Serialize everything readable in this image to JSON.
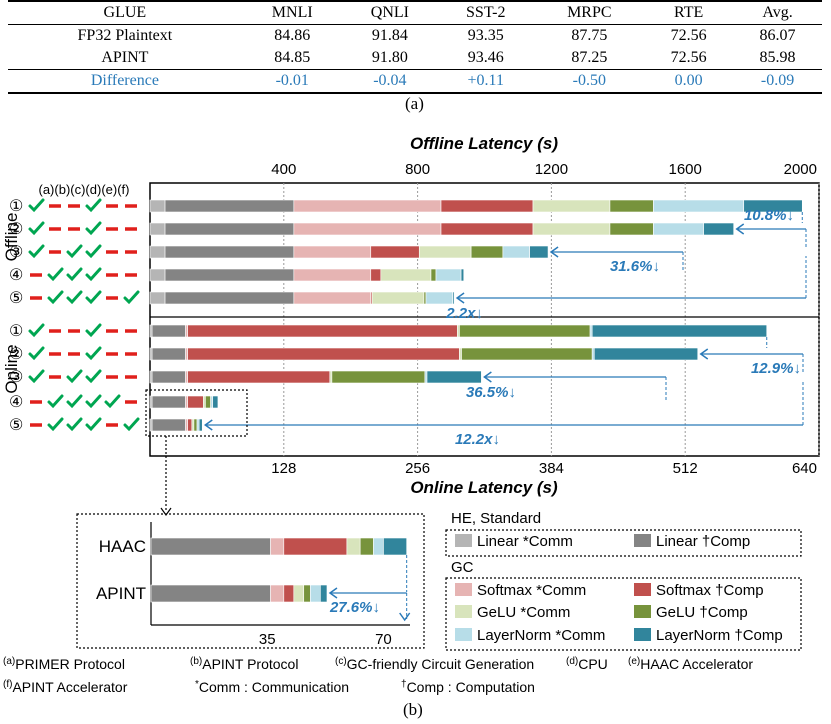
{
  "table": {
    "headers": [
      "GLUE",
      "MNLI",
      "QNLI",
      "SST-2",
      "MRPC",
      "RTE",
      "Avg."
    ],
    "rows": [
      [
        "FP32 Plaintext",
        "84.86",
        "91.84",
        "93.35",
        "87.75",
        "72.56",
        "86.07"
      ],
      [
        "APINT",
        "84.85",
        "91.80",
        "93.46",
        "87.25",
        "72.56",
        "85.98"
      ],
      [
        "Difference",
        "-0.01",
        "-0.04",
        "+0.11",
        "-0.50",
        "0.00",
        "-0.09"
      ]
    ],
    "caption": "(a)"
  },
  "caption_b": "(b)",
  "colors": {
    "linear_comm": "#b5b5b5",
    "linear_comp": "#848484",
    "softmax_comm": "#e6b4b3",
    "softmax_comp": "#c0504d",
    "gelu_comm": "#d8e4bc",
    "gelu_comp": "#77933c",
    "layernorm_comm": "#b7dde8",
    "layernorm_comp": "#31859c",
    "annotation": "#2a7ab8",
    "check": "#00a651",
    "dash": "#e0201c"
  },
  "chart_data": [
    {
      "type": "bar",
      "name": "offline",
      "xlabel": "Offline Latency (s)",
      "xlim": [
        0,
        2000
      ],
      "ticks": [
        400,
        800,
        1200,
        1600,
        2000
      ],
      "group_label": "Offline",
      "segment_order": [
        "Linear *Comm",
        "Linear †Comp",
        "Softmax *Comm",
        "Softmax †Comp",
        "GeLU *Comm",
        "GeLU †Comp",
        "LayerNorm *Comm",
        "LayerNorm †Comp"
      ],
      "rows": [
        {
          "label": "①",
          "config": [
            "check",
            "dash",
            "dash",
            "check",
            "dash",
            "dash"
          ],
          "values": [
            45,
            385,
            440,
            275,
            230,
            130,
            270,
            175
          ]
        },
        {
          "label": "②",
          "config": [
            "check",
            "dash",
            "dash",
            "check",
            "dash",
            "dash"
          ],
          "values": [
            45,
            385,
            440,
            275,
            230,
            130,
            150,
            90
          ]
        },
        {
          "label": "③",
          "config": [
            "check",
            "dash",
            "check",
            "check",
            "dash",
            "dash"
          ],
          "values": [
            45,
            385,
            230,
            145,
            155,
            95,
            80,
            55
          ]
        },
        {
          "label": "④",
          "config": [
            "dash",
            "check",
            "check",
            "check",
            "dash",
            "dash"
          ],
          "values": [
            45,
            385,
            230,
            30,
            150,
            15,
            75,
            8
          ]
        },
        {
          "label": "⑤",
          "config": [
            "dash",
            "check",
            "check",
            "check",
            "dash",
            "check"
          ],
          "values": [
            45,
            385,
            230,
            4,
            155,
            6,
            80,
            4
          ]
        }
      ],
      "annotations": [
        "10.8%↓",
        "31.6%↓",
        "2.2x↓"
      ]
    },
    {
      "type": "bar",
      "name": "online",
      "xlabel": "Online Latency (s)",
      "xlim": [
        0,
        640
      ],
      "ticks": [
        128,
        256,
        384,
        512,
        640
      ],
      "group_label": "Online",
      "segment_order": [
        "Linear *Comm",
        "Linear †Comp",
        "Softmax *Comm",
        "Softmax †Comp",
        "GeLU *Comm",
        "GeLU †Comp",
        "LayerNorm *Comm",
        "LayerNorm †Comp"
      ],
      "rows": [
        {
          "label": "①",
          "config": [
            "check",
            "dash",
            "dash",
            "check",
            "dash",
            "dash"
          ],
          "values": [
            2,
            32,
            2,
            258,
            2,
            125,
            2,
            167
          ]
        },
        {
          "label": "②",
          "config": [
            "check",
            "dash",
            "dash",
            "check",
            "dash",
            "dash"
          ],
          "values": [
            2,
            32,
            2,
            260,
            2,
            125,
            2,
            99
          ]
        },
        {
          "label": "③",
          "config": [
            "check",
            "dash",
            "check",
            "check",
            "dash",
            "dash"
          ],
          "values": [
            2,
            32,
            2,
            136,
            2,
            89,
            2,
            52
          ]
        },
        {
          "label": "④",
          "config": [
            "dash",
            "check",
            "check",
            "check",
            "check",
            "dash"
          ],
          "values": [
            2,
            32,
            2,
            15,
            2,
            5,
            2,
            5
          ]
        },
        {
          "label": "⑤",
          "config": [
            "dash",
            "check",
            "check",
            "check",
            "dash",
            "check"
          ],
          "values": [
            2,
            32,
            2,
            4,
            2,
            3,
            2,
            3
          ]
        }
      ],
      "annotations": [
        "12.9%↓",
        "36.5%↓",
        "12.2x↓"
      ]
    },
    {
      "type": "bar",
      "name": "zoom",
      "xlim": [
        0,
        78
      ],
      "ticks": [
        35,
        70
      ],
      "segment_order": [
        "Linear †Comp",
        "Softmax *Comm",
        "Softmax †Comp",
        "GeLU *Comm",
        "GeLU †Comp",
        "LayerNorm *Comm",
        "LayerNorm †Comp"
      ],
      "rows": [
        {
          "label": "HAAC",
          "values": [
            36,
            4,
            19,
            4,
            4,
            3,
            7
          ]
        },
        {
          "label": "APINT",
          "values": [
            36,
            4,
            3,
            3,
            2,
            3,
            2
          ]
        }
      ],
      "annotations": [
        "27.6%↓"
      ]
    }
  ],
  "legend": {
    "title_he": "HE, Standard",
    "title_gc": "GC",
    "items_he": [
      "Linear *Comm",
      "Linear †Comp"
    ],
    "items_gc": [
      "Softmax *Comm",
      "Softmax †Comp",
      "GeLU *Comm",
      "GeLU †Comp",
      "LayerNorm *Comm",
      "LayerNorm †Comp"
    ]
  },
  "config_header": "(a)(b)(c)(d)(e)(f)",
  "footnotes": {
    "line1": [
      {
        "sup": "(a)",
        "text": "PRIMER Protocol"
      },
      {
        "sup": "(b)",
        "text": "APINT Protocol"
      },
      {
        "sup": "(c)",
        "text": "GC-friendly Circuit Generation"
      },
      {
        "sup": "(d)",
        "text": "CPU"
      },
      {
        "sup": "(e)",
        "text": "HAAC Accelerator"
      }
    ],
    "line2": [
      {
        "sup": "(f)",
        "text": "APINT Accelerator"
      },
      {
        "sup": "*",
        "text": "Comm : Communication"
      },
      {
        "sup": "†",
        "text": "Comp : Computation"
      }
    ]
  }
}
